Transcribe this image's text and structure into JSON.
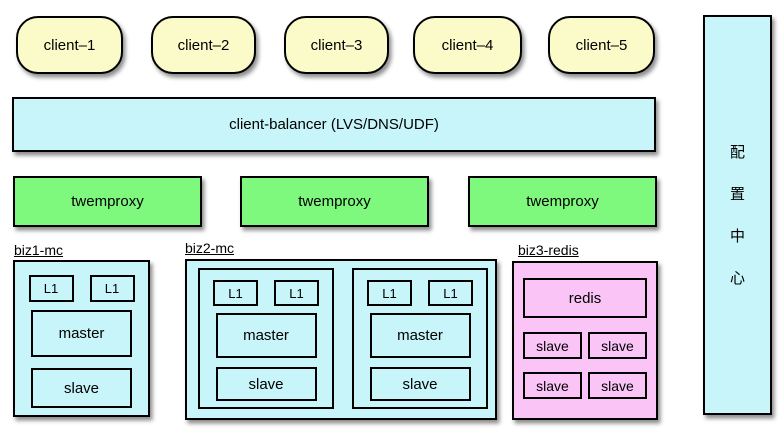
{
  "colors": {
    "yellow_fill": "#FBFBC9",
    "cyan_fill": "#C7F5F9",
    "green_fill": "#7EF97E",
    "pink_fill": "#FBC4F6",
    "border": "#000000"
  },
  "clients": [
    {
      "label": "client–1"
    },
    {
      "label": "client–2"
    },
    {
      "label": "client–3"
    },
    {
      "label": "client–4"
    },
    {
      "label": "client–5"
    }
  ],
  "balancer": {
    "label": "client-balancer (LVS/DNS/UDF)"
  },
  "proxies": [
    {
      "label": "twemproxy"
    },
    {
      "label": "twemproxy"
    },
    {
      "label": "twemproxy"
    }
  ],
  "clusters": {
    "biz1": {
      "label": "biz1-mc",
      "units": [
        {
          "l1": [
            "L1",
            "L1"
          ],
          "master": "master",
          "slave": "slave"
        }
      ]
    },
    "biz2": {
      "label": "biz2-mc",
      "units": [
        {
          "l1": [
            "L1",
            "L1"
          ],
          "master": "master",
          "slave": "slave"
        },
        {
          "l1": [
            "L1",
            "L1"
          ],
          "master": "master",
          "slave": "slave"
        }
      ]
    },
    "biz3": {
      "label": "biz3-redis",
      "redis": "redis",
      "slaves": [
        "slave",
        "slave",
        "slave",
        "slave"
      ]
    }
  },
  "config_center": {
    "label": "配置中心",
    "chars": [
      "配",
      "置",
      "中",
      "心"
    ]
  }
}
